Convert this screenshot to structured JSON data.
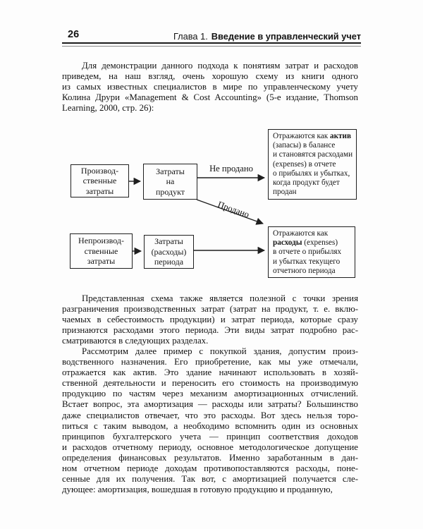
{
  "header": {
    "page_number": "26",
    "chapter_prefix": "Глава 1.",
    "chapter_title": "Введение в управленческий учет"
  },
  "body": {
    "p1": {
      "lines": [
        "Для демонстрации данного подхода к понятиям затрат и расходов",
        "приведем, на наш взгляд, очень хорошую схему из книги одного",
        "из самых известных специалистов в мире по управленческому учету",
        "Колина Друри «Management & Cost Accounting» (5-е издание, Thomson",
        "Learning, 2000, стр. 26):"
      ]
    },
    "p2": {
      "lines": [
        "Представленная схема также является полезной с точки зрения",
        "разграничения производственных затрат (затрат на продукт, т. е. вклю-",
        "чаемых в себестоимость продукции) и затрат периода, которые сразу",
        "признаются расходами этого периода. Эти виды затрат подробно рас-",
        "сматриваются в следующих разделах."
      ]
    },
    "p3": {
      "lines": [
        "Рассмотрим далее пример с покупкой здания, допустим произ-",
        "водственного назначения. Его приобретение, как мы уже отмечали,",
        "отражается как актив. Это здание начинают использовать в хозяй-",
        "ственной деятельности и переносить его стоимость на производимую",
        "продукцию по частям через механизм амортизационных отчислений.",
        "Встает вопрос, эта амортизация — расходы или затраты? Большинство",
        "даже специалистов отвечает, что это расходы. Вот здесь нельзя торо-",
        "питься с таким выводом, а необходимо вспомнить один из основных",
        "принципов бухгалтерского учета — принцип соответствия доходов",
        "и расходов отчетному периоду, основное методологическое допущение",
        "определения финансовых результатов. Именно заработанным в дан-",
        "ном отчетном периоде доходам противопоставляются расходы, поне-",
        "сенные для их получения. Так вот, с амортизацией получается сле-",
        "дующее: амортизация, вошедшая в готовую продукцию и проданную,"
      ]
    }
  },
  "diagram": {
    "box_production": {
      "lines": [
        "Производ-",
        "ственные",
        "затраты"
      ]
    },
    "box_product_costs": {
      "lines": [
        "Затраты",
        "на",
        "продукт"
      ]
    },
    "box_asset": {
      "line1_pre": "Отражаются как ",
      "line1_bold": "актив",
      "rest": [
        "(запасы) в балансе",
        "и становятся расходами",
        "(expenses) в отчете",
        "о прибылях и убытках,",
        "когда продукт будет",
        "продан"
      ]
    },
    "box_nonproduction": {
      "lines": [
        "Непроизвод-",
        "ственные",
        "затраты"
      ]
    },
    "box_period_costs": {
      "lines": [
        "Затраты",
        "(расходы)",
        "периода"
      ]
    },
    "box_expense": {
      "line1": "Отражаются как",
      "line2_bold": "расходы",
      "line2_post": " (expenses)",
      "rest": [
        "в отчете о прибылях",
        "и убытках текущего",
        "отчетного периода"
      ]
    },
    "label_not_sold": "Не продано",
    "label_sold": "Продано",
    "ink_color": "#1f1f1f"
  }
}
